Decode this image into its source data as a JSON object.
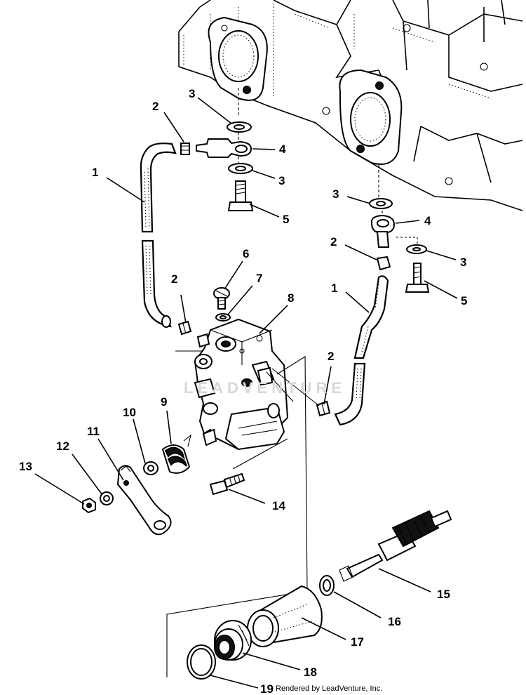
{
  "diagram": {
    "watermark": "LEADVENTURE",
    "credit": "Rendered by LeadVenture, Inc.",
    "callouts": [
      {
        "id": "c1a",
        "label": "1"
      },
      {
        "id": "c1b",
        "label": "1"
      },
      {
        "id": "c2a",
        "label": "2"
      },
      {
        "id": "c2b",
        "label": "2"
      },
      {
        "id": "c2c",
        "label": "2"
      },
      {
        "id": "c2d",
        "label": "2"
      },
      {
        "id": "c3a",
        "label": "3"
      },
      {
        "id": "c3b",
        "label": "3"
      },
      {
        "id": "c3c",
        "label": "3"
      },
      {
        "id": "c3d",
        "label": "3"
      },
      {
        "id": "c4a",
        "label": "4"
      },
      {
        "id": "c4b",
        "label": "4"
      },
      {
        "id": "c5a",
        "label": "5"
      },
      {
        "id": "c5b",
        "label": "5"
      },
      {
        "id": "c6",
        "label": "6"
      },
      {
        "id": "c7",
        "label": "7"
      },
      {
        "id": "c8",
        "label": "8"
      },
      {
        "id": "c9",
        "label": "9"
      },
      {
        "id": "c10",
        "label": "10"
      },
      {
        "id": "c11",
        "label": "11"
      },
      {
        "id": "c12",
        "label": "12"
      },
      {
        "id": "c13",
        "label": "13"
      },
      {
        "id": "c14",
        "label": "14"
      },
      {
        "id": "c15",
        "label": "15"
      },
      {
        "id": "c16",
        "label": "16"
      },
      {
        "id": "c17",
        "label": "17"
      },
      {
        "id": "c18",
        "label": "18"
      },
      {
        "id": "c19",
        "label": "19"
      }
    ]
  }
}
